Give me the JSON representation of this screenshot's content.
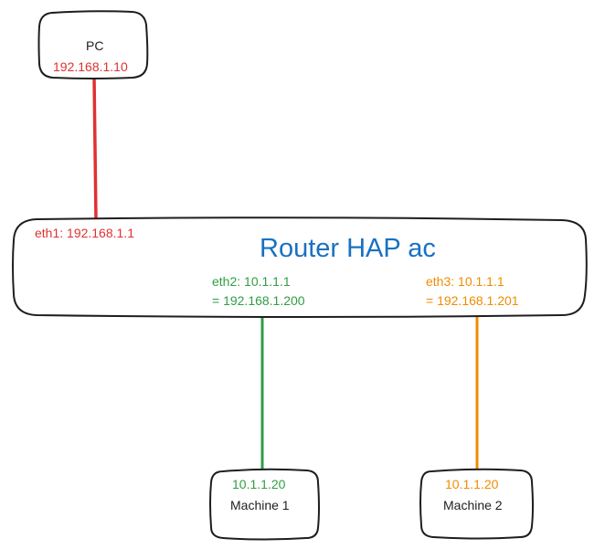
{
  "colors": {
    "red": "#e03131",
    "green": "#2f9e44",
    "orange": "#f08c00",
    "blue": "#1971c2",
    "stroke": "#1e1e1e"
  },
  "nodes": {
    "pc": {
      "name": "PC",
      "ip": "192.168.1.10"
    },
    "router": {
      "title": "Router HAP ac",
      "eth1": "eth1: 192.168.1.1",
      "eth2_line1": "eth2: 10.1.1.1",
      "eth2_line2": "= 192.168.1.200",
      "eth3_line1": "eth3: 10.1.1.1",
      "eth3_line2": "= 192.168.1.201"
    },
    "machine1": {
      "ip": "10.1.1.20",
      "name": "Machine 1"
    },
    "machine2": {
      "ip": "10.1.1.20",
      "name": "Machine 2"
    }
  },
  "links": [
    {
      "from": "pc",
      "to": "router",
      "color": "red"
    },
    {
      "from": "router",
      "to": "machine1",
      "color": "green"
    },
    {
      "from": "router",
      "to": "machine2",
      "color": "orange"
    }
  ]
}
